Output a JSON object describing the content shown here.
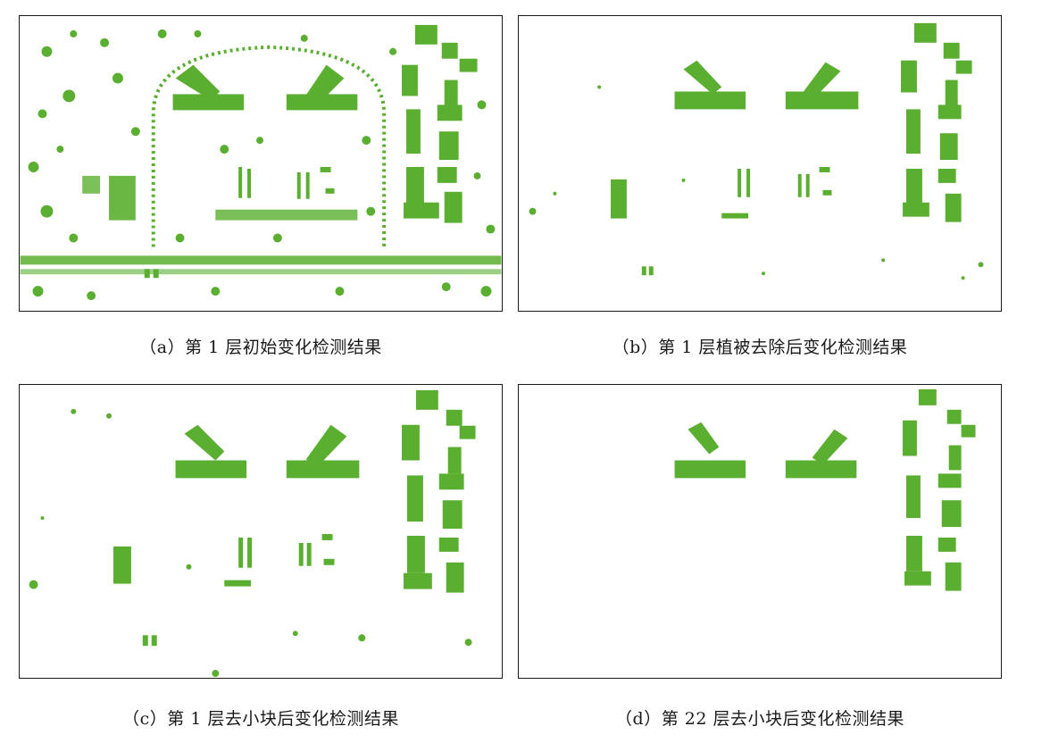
{
  "colors": {
    "detected": "#5aaf30",
    "background": "#ffffff",
    "border": "#1a1a1a"
  },
  "captions": {
    "a": "（a）第 1 层初始变化检测结果",
    "b": "（b）第 1 层植被去除后变化检测结果",
    "c": "（c）第 1 层去小块后变化检测结果",
    "d": "（d）第 22 层去小块后变化检测结果"
  }
}
